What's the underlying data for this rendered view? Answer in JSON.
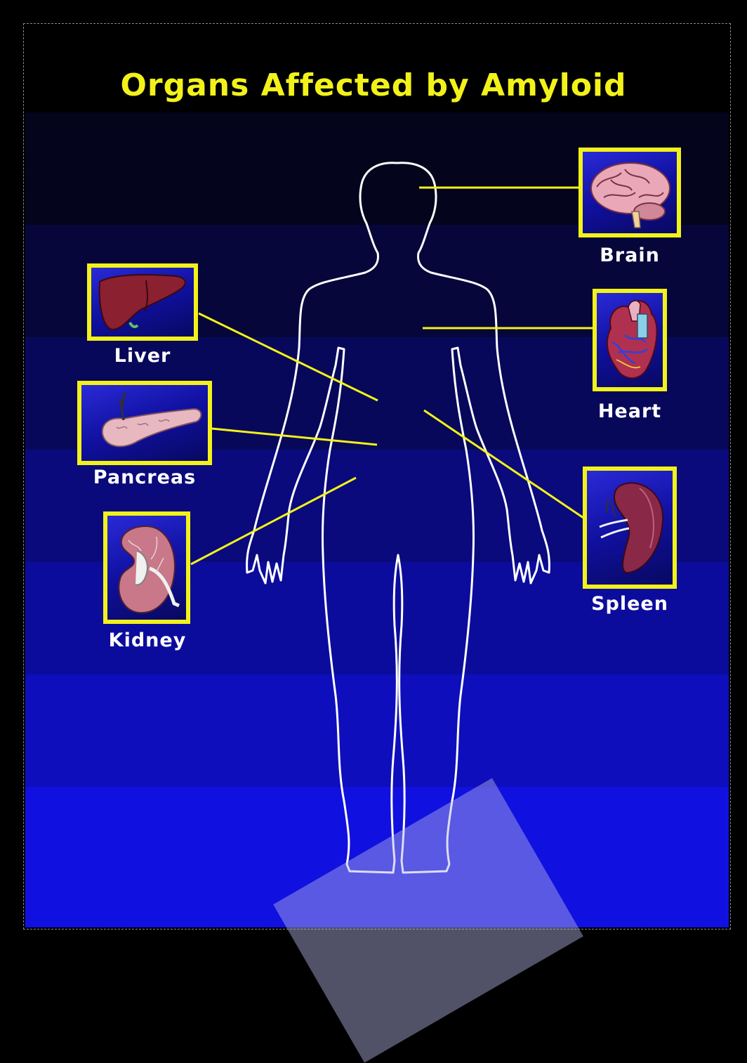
{
  "title": "Organs Affected by Amyloid",
  "colors": {
    "accent": "#f2f21a",
    "outline": "#ffffff",
    "background_top": "#000018",
    "background_bottom": "#1010f0"
  },
  "organs": {
    "brain": {
      "label": "Brain",
      "icon": "brain-icon"
    },
    "liver": {
      "label": "Liver",
      "icon": "liver-icon"
    },
    "heart": {
      "label": "Heart",
      "icon": "heart-icon"
    },
    "pancreas": {
      "label": "Pancreas",
      "icon": "pancreas-icon"
    },
    "spleen": {
      "label": "Spleen",
      "icon": "spleen-icon"
    },
    "kidney": {
      "label": "Kidney",
      "icon": "kidney-icon"
    }
  }
}
